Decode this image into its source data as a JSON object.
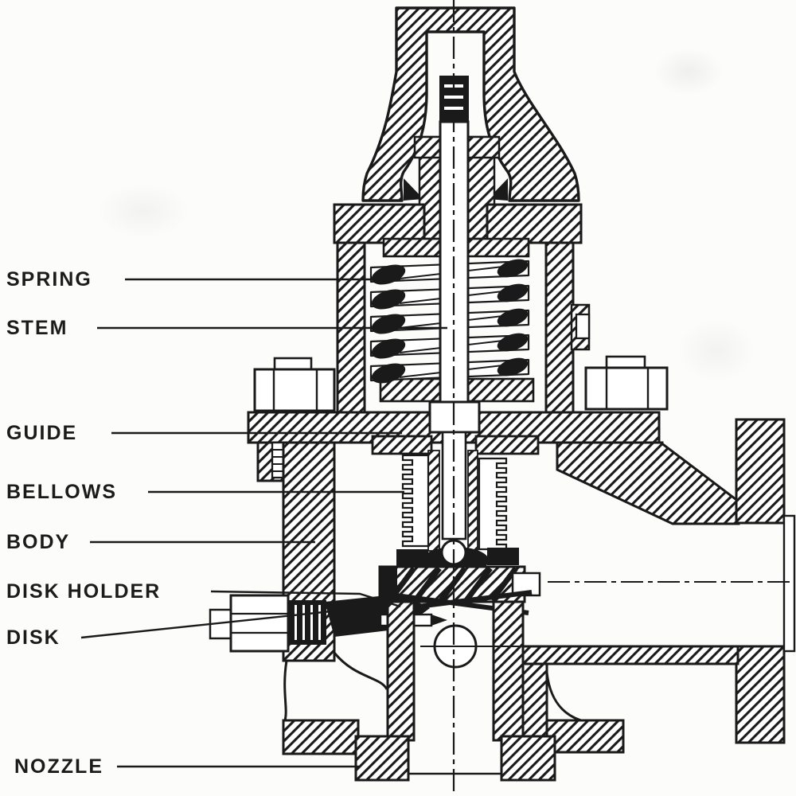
{
  "figure": {
    "subject": "Safety relief valve cross-section diagram",
    "paper_color": "#fcfcfb",
    "ink_color": "#1a1a1a",
    "labels": [
      {
        "id": "spring",
        "text": "SPRING"
      },
      {
        "id": "stem",
        "text": "STEM"
      },
      {
        "id": "guide",
        "text": "GUIDE"
      },
      {
        "id": "bellows",
        "text": "BELLOWS"
      },
      {
        "id": "body",
        "text": "BODY"
      },
      {
        "id": "disk_holder",
        "text": "DISK HOLDER"
      },
      {
        "id": "disk",
        "text": "DISK"
      },
      {
        "id": "nozzle",
        "text": "NOZZLE"
      }
    ]
  }
}
